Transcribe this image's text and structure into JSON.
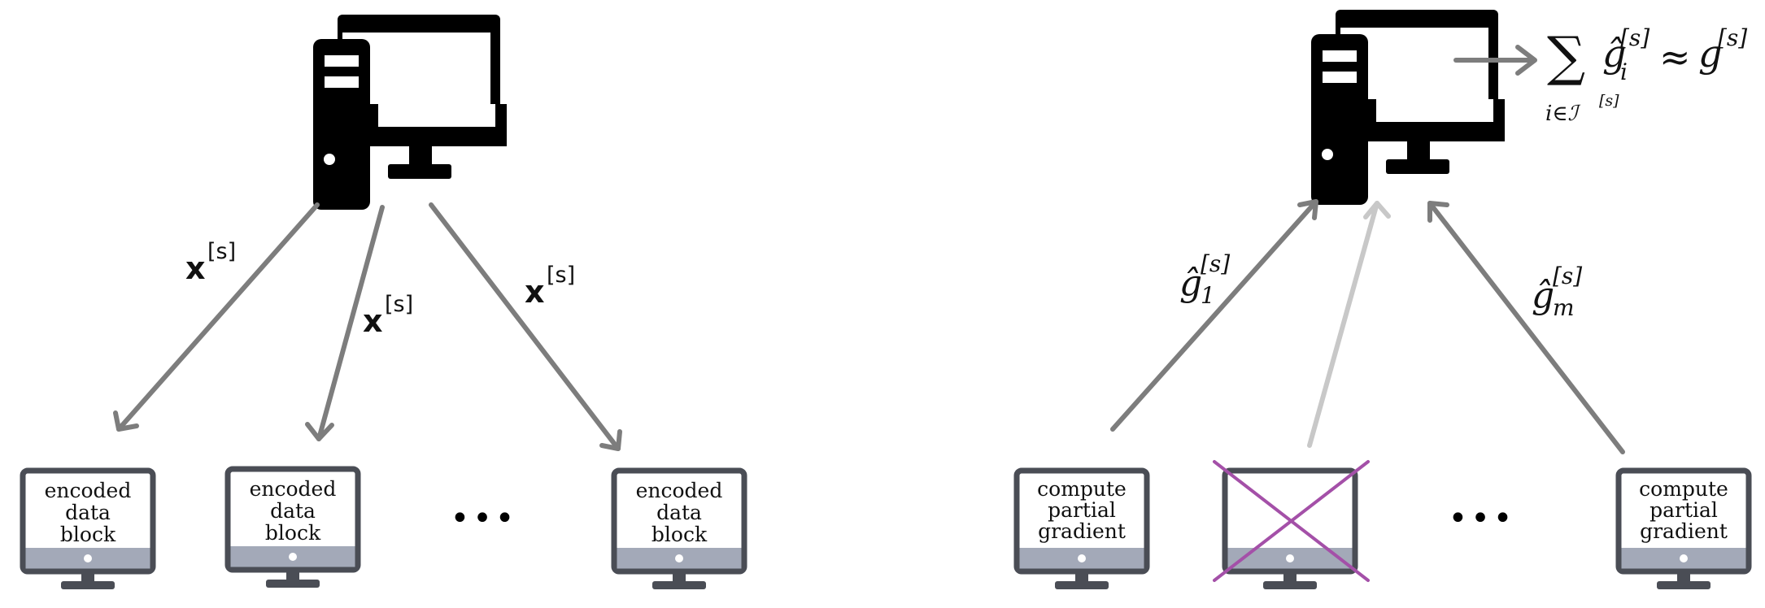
{
  "left_panel": {
    "edge_labels": [
      "x",
      "x",
      "x"
    ],
    "edge_label_superscript": "[s]",
    "workers": [
      {
        "lines": [
          "encoded",
          "data",
          "block"
        ]
      },
      {
        "lines": [
          "encoded",
          "data",
          "block"
        ]
      },
      {
        "lines": [
          "encoded",
          "data",
          "block"
        ]
      }
    ],
    "ellipsis": "•••"
  },
  "right_panel": {
    "aggregation": {
      "sum_symbol": "∑",
      "term": "ĝ",
      "term_sub": "i",
      "term_sup": "[s]",
      "approx": "≈",
      "result": "g",
      "result_sup": "[s]",
      "index_set": "i∈ℐ",
      "index_set_sup": "[s]"
    },
    "edge_labels": [
      {
        "base": "ĝ",
        "sub": "1",
        "sup": "[s]"
      },
      {
        "base": "ĝ",
        "sub": "m",
        "sup": "[s]"
      }
    ],
    "workers": [
      {
        "lines": [
          "compute",
          "partial",
          "gradient"
        ],
        "failed": false
      },
      {
        "lines": [],
        "failed": true
      },
      {
        "lines": [
          "compute",
          "partial",
          "gradient"
        ],
        "failed": false
      }
    ],
    "ellipsis": "•••"
  },
  "colors": {
    "device": "#000000",
    "worker_frame": "#4a4d55",
    "worker_band": "#a3a9b8",
    "arrow": "#7d7d7d",
    "arrow_faded": "#c8c8c8",
    "failure_cross": "#a450a8"
  }
}
